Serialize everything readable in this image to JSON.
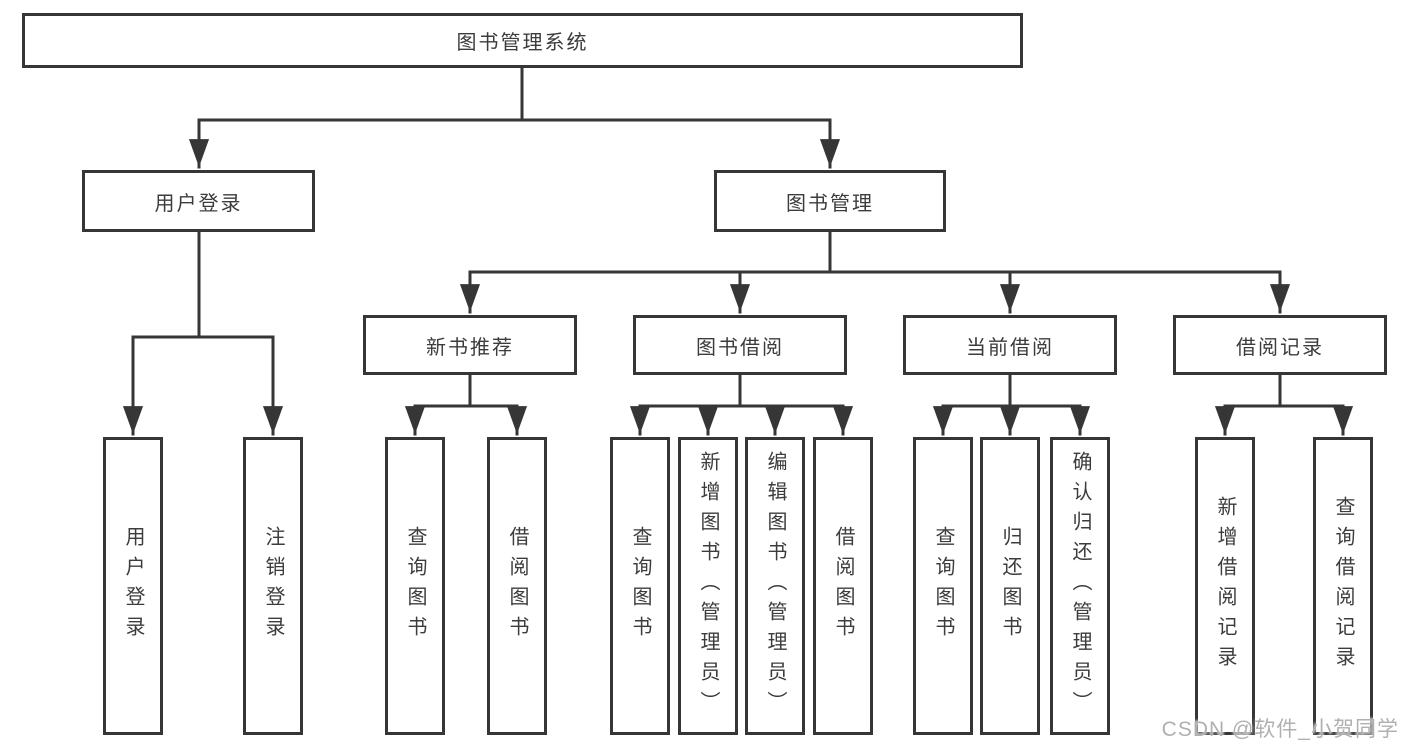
{
  "diagram": {
    "root": {
      "label": "图书管理系统",
      "children": [
        {
          "label": "用户登录",
          "children": [
            {
              "label": "用户登录"
            },
            {
              "label": "注销登录"
            }
          ]
        },
        {
          "label": "图书管理",
          "children": [
            {
              "label": "新书推荐",
              "children": [
                {
                  "label": "查询图书"
                },
                {
                  "label": "借阅图书"
                }
              ]
            },
            {
              "label": "图书借阅",
              "children": [
                {
                  "label": "查询图书"
                },
                {
                  "label": "新增图书（管理员）"
                },
                {
                  "label": "编辑图书（管理员）"
                },
                {
                  "label": "借阅图书"
                }
              ]
            },
            {
              "label": "当前借阅",
              "children": [
                {
                  "label": "查询图书"
                },
                {
                  "label": "归还图书"
                },
                {
                  "label": "确认归还（管理员）"
                }
              ]
            },
            {
              "label": "借阅记录",
              "children": [
                {
                  "label": "新增借阅记录"
                },
                {
                  "label": "查询借阅记录"
                }
              ]
            }
          ]
        }
      ]
    },
    "watermark": "CSDN @软件_小贺同学",
    "colors": {
      "line": "#363636",
      "text": "#3c3c3c",
      "watermark": "#b0b0b0",
      "background": "#ffffff"
    }
  }
}
